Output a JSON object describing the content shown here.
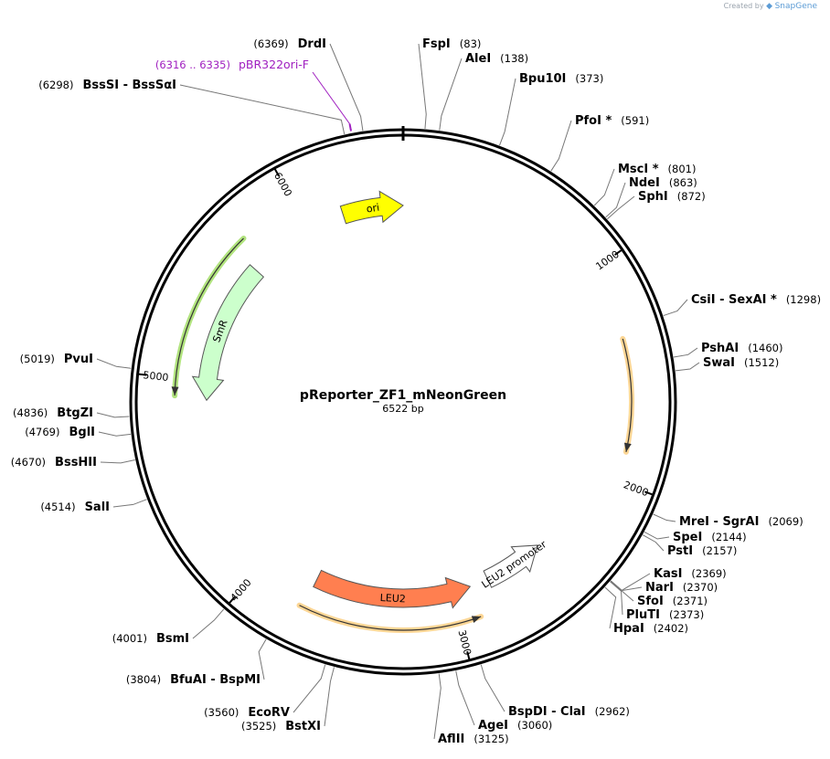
{
  "watermark": {
    "prefix": "Created by",
    "brand": "SnapGene"
  },
  "plasmid": {
    "name": "pReporter_ZF1_mNeonGreen",
    "length_label": "6522 bp",
    "length": 6522
  },
  "ticks": [
    {
      "label": "1000",
      "pos": 1000
    },
    {
      "label": "2000",
      "pos": 2000
    },
    {
      "label": "3000",
      "pos": 3000
    },
    {
      "label": "4000",
      "pos": 4000
    },
    {
      "label": "5000",
      "pos": 5000
    },
    {
      "label": "6000",
      "pos": 6000
    }
  ],
  "features": [
    {
      "name": "ori",
      "start": 6200,
      "end": 6522,
      "type": "arrow",
      "color": "#ffff00",
      "direction": 1
    },
    {
      "name": "SmR",
      "start": 4900,
      "end": 5650,
      "type": "arrow",
      "color": "#ccffcc",
      "direction": -1
    },
    {
      "name": "LEU2 promoter",
      "start": 2480,
      "end": 2800,
      "type": "arrow",
      "color": "#ffffff",
      "direction": -1
    },
    {
      "name": "LEU2",
      "start": 2900,
      "end": 3730,
      "type": "arrow",
      "color": "#ff7f50",
      "direction": -1
    },
    {
      "name": "",
      "start": 1340,
      "end": 1860,
      "type": "arc",
      "color": "#fcd28a",
      "direction": 1
    },
    {
      "name": "",
      "start": 2900,
      "end": 3750,
      "type": "arc",
      "color": "#fcd28a",
      "direction": -1
    },
    {
      "name": "",
      "start": 4920,
      "end": 5720,
      "type": "arc",
      "color": "#a8e070",
      "direction": -1
    }
  ],
  "primer": {
    "name": "pBR322ori-F",
    "range": "(6316 .. 6335)",
    "pos": 6325
  },
  "sites": [
    {
      "name": "DrdI",
      "pos_label": "(6369)",
      "pos": 6369,
      "side": "left"
    },
    {
      "name": "BssSI  -  BssSαI",
      "pos_label": "(6298)",
      "pos": 6298,
      "side": "left"
    },
    {
      "name": "FspI",
      "pos_label": "(83)",
      "pos": 83,
      "side": "right"
    },
    {
      "name": "AleI",
      "pos_label": "(138)",
      "pos": 138,
      "side": "right"
    },
    {
      "name": "Bpu10I",
      "pos_label": "(373)",
      "pos": 373,
      "side": "right"
    },
    {
      "name": "PfoI *",
      "pos_label": "(591)",
      "pos": 591,
      "side": "right"
    },
    {
      "name": "MscI *",
      "pos_label": "(801)",
      "pos": 801,
      "side": "right"
    },
    {
      "name": "NdeI",
      "pos_label": "(863)",
      "pos": 863,
      "side": "right"
    },
    {
      "name": "SphI",
      "pos_label": "(872)",
      "pos": 872,
      "side": "right"
    },
    {
      "name": "CsiI  -  SexAI *",
      "pos_label": "(1298)",
      "pos": 1298,
      "side": "right"
    },
    {
      "name": "PshAI",
      "pos_label": "(1460)",
      "pos": 1460,
      "side": "right"
    },
    {
      "name": "SwaI",
      "pos_label": "(1512)",
      "pos": 1512,
      "side": "right"
    },
    {
      "name": "MreI  -  SgrAI",
      "pos_label": "(2069)",
      "pos": 2069,
      "side": "right"
    },
    {
      "name": "SpeI",
      "pos_label": "(2144)",
      "pos": 2144,
      "side": "right"
    },
    {
      "name": "PstI",
      "pos_label": "(2157)",
      "pos": 2157,
      "side": "right"
    },
    {
      "name": "KasI",
      "pos_label": "(2369)",
      "pos": 2369,
      "side": "right"
    },
    {
      "name": "NarI",
      "pos_label": "(2370)",
      "pos": 2370,
      "side": "right"
    },
    {
      "name": "SfoI",
      "pos_label": "(2371)",
      "pos": 2371,
      "side": "right"
    },
    {
      "name": "PluTI",
      "pos_label": "(2373)",
      "pos": 2373,
      "side": "right"
    },
    {
      "name": "HpaI",
      "pos_label": "(2402)",
      "pos": 2402,
      "side": "right"
    },
    {
      "name": "BspDI  -  ClaI",
      "pos_label": "(2962)",
      "pos": 2962,
      "side": "right"
    },
    {
      "name": "AgeI",
      "pos_label": "(3060)",
      "pos": 3060,
      "side": "right"
    },
    {
      "name": "AflII",
      "pos_label": "(3125)",
      "pos": 3125,
      "side": "right"
    },
    {
      "name": "BstXI",
      "pos_label": "(3525)",
      "pos": 3525,
      "side": "left"
    },
    {
      "name": "EcoRV",
      "pos_label": "(3560)",
      "pos": 3560,
      "side": "left"
    },
    {
      "name": "BfuAI  -  BspMI",
      "pos_label": "(3804)",
      "pos": 3804,
      "side": "left"
    },
    {
      "name": "BsmI",
      "pos_label": "(4001)",
      "pos": 4001,
      "side": "left"
    },
    {
      "name": "SalI",
      "pos_label": "(4514)",
      "pos": 4514,
      "side": "left"
    },
    {
      "name": "BssHII",
      "pos_label": "(4670)",
      "pos": 4670,
      "side": "left"
    },
    {
      "name": "BglI",
      "pos_label": "(4769)",
      "pos": 4769,
      "side": "left"
    },
    {
      "name": "BtgZI",
      "pos_label": "(4836)",
      "pos": 4836,
      "side": "left"
    },
    {
      "name": "PvuI",
      "pos_label": "(5019)",
      "pos": 5019,
      "side": "left"
    }
  ]
}
